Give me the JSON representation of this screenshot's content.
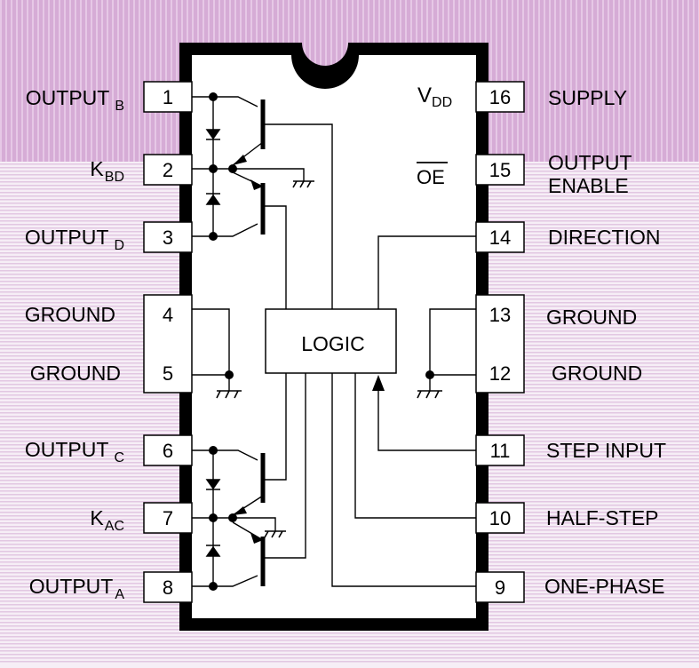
{
  "colors": {
    "top_band": "#d9b4d9",
    "lower_band_lines": "#e2c7e2",
    "package": "#000000",
    "pin_fill": "#ffffff",
    "ink": "#000000"
  },
  "left_pins": [
    {
      "number": "1",
      "label": "OUTPUT",
      "sub": "B"
    },
    {
      "number": "2",
      "label": "K",
      "sub": "BD"
    },
    {
      "number": "3",
      "label": "OUTPUT",
      "sub": "D"
    },
    {
      "number": "4",
      "label": "GROUND",
      "sub": ""
    },
    {
      "number": "5",
      "label": "GROUND",
      "sub": ""
    },
    {
      "number": "6",
      "label": "OUTPUT",
      "sub": "C"
    },
    {
      "number": "7",
      "label": "K",
      "sub": "AC"
    },
    {
      "number": "8",
      "label": "OUTPUT",
      "sub": "A"
    }
  ],
  "right_pins": [
    {
      "number": "16",
      "label": "SUPPLY"
    },
    {
      "number": "15",
      "label": "OUTPUT",
      "label2": "ENABLE"
    },
    {
      "number": "14",
      "label": "DIRECTION"
    },
    {
      "number": "13",
      "label": "GROUND"
    },
    {
      "number": "12",
      "label": "GROUND"
    },
    {
      "number": "11",
      "label": "STEP INPUT"
    },
    {
      "number": "10",
      "label": "HALF-STEP"
    },
    {
      "number": "9",
      "label": "ONE-PHASE"
    }
  ],
  "inside_labels": {
    "vdd": "V",
    "vdd_sub": "DD",
    "oe": "OE"
  },
  "logic_label": "LOGIC"
}
